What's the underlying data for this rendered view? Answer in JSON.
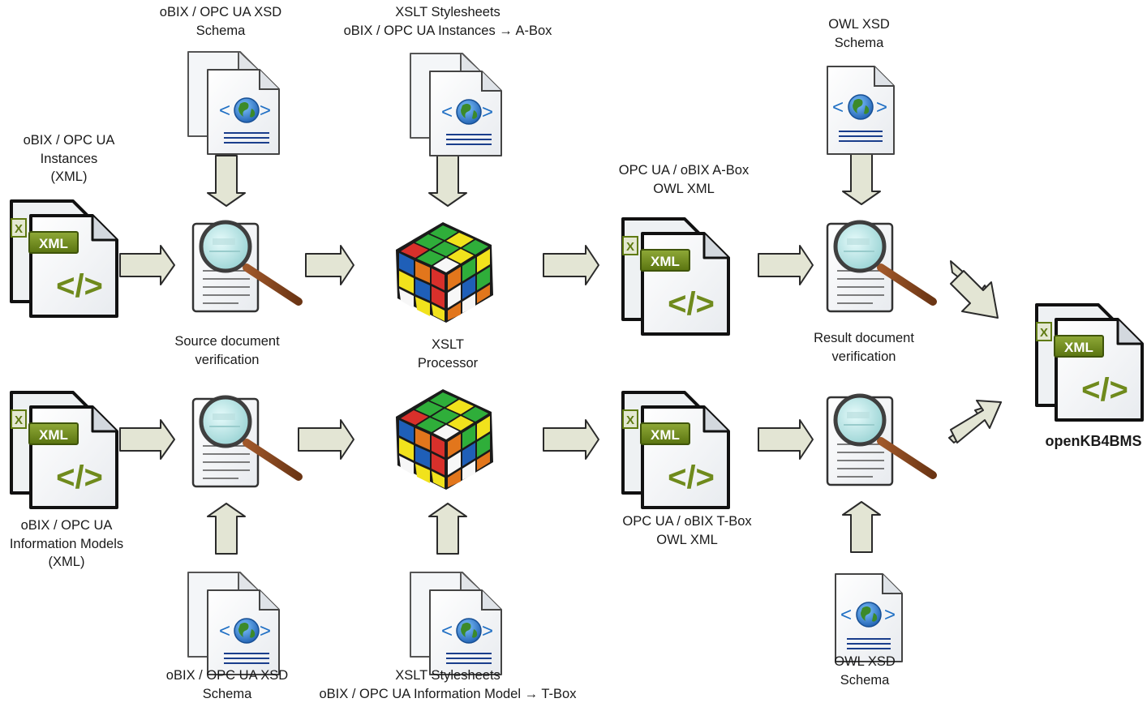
{
  "labels": {
    "top_schema_src": [
      "oBIX / OPC UA XSD",
      "Schema"
    ],
    "top_xslt": [
      "XSLT Stylesheets",
      "oBIX / OPC UA Instances  →  A-Box"
    ],
    "top_owl_schema": [
      "OWL XSD",
      "Schema"
    ],
    "instances": [
      "oBIX / OPC UA",
      "Instances",
      "(XML)"
    ],
    "abox_output": [
      "OPC UA / oBIX A-Box",
      "OWL XML"
    ],
    "source_verification": [
      "Source document",
      "verification"
    ],
    "xslt_processor": [
      "XSLT",
      "Processor"
    ],
    "result_verification": [
      "Result document",
      "verification"
    ],
    "information_models": [
      "oBIX / OPC UA",
      "Information Models",
      "(XML)"
    ],
    "tbox_output": [
      "OPC UA / oBIX T-Box",
      "OWL XML"
    ],
    "bottom_schema_src": [
      "oBIX / OPC UA XSD",
      "Schema"
    ],
    "bottom_xslt": [
      "XSLT Stylesheets",
      "oBIX / OPC UA Information Model → T-Box"
    ],
    "bottom_owl_schema": [
      "OWL XSD",
      "Schema"
    ],
    "result": [
      "openKB4BMS"
    ]
  },
  "icon_text": {
    "xml": "XML",
    "code": "</>"
  },
  "colors": {
    "arrow_fill": "#e3e5d4",
    "arrow_stroke": "#2b2b2b",
    "xml_green": "#6f8a1c",
    "xml_badge": "#5f7a12",
    "globe_blue": "#1f6fc4",
    "doc_line": "#1a3e8c"
  }
}
